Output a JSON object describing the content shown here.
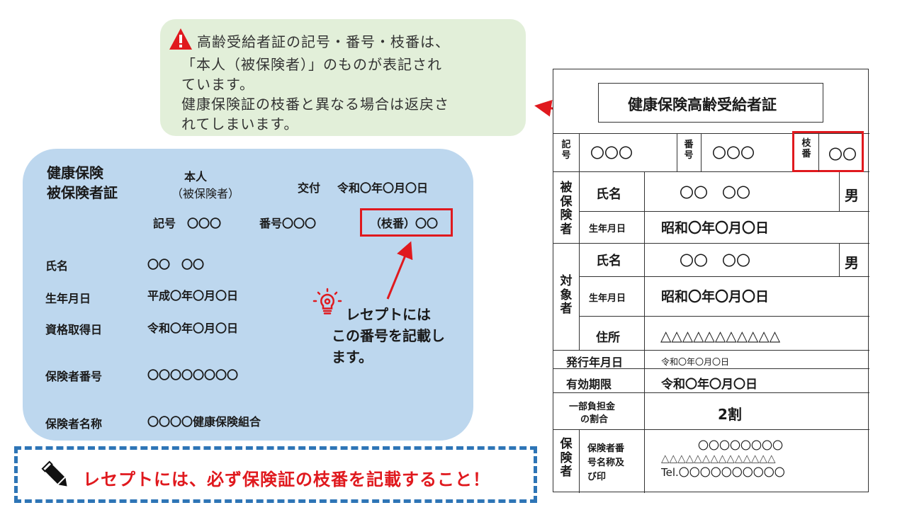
{
  "note": {
    "lines": [
      "高齢受給者証の記号・番号・枝番は、",
      "「本人（被保険者）」のものが表記され",
      "ています。",
      "健康保険証の枝番と異なる場合は返戻さ",
      "れてしまいます。"
    ],
    "icon": "warning-triangle-icon",
    "accent": "#e0191e"
  },
  "insurance_card": {
    "title_line1": "健康保険",
    "title_line2": "被保険者証",
    "person_type_line1": "本人",
    "person_type_line2": "（被保険者）",
    "issue_label": "交付",
    "issue_date": "令和〇年〇月〇日",
    "kigou": "記号　〇〇〇",
    "bangou": "番号〇〇〇",
    "edaban": "（枝番）〇〇",
    "fields": [
      {
        "label": "氏名",
        "value": "〇〇　〇〇"
      },
      {
        "label": "生年月日",
        "value": "平成〇年〇月〇日"
      },
      {
        "label": "資格取得日",
        "value": "令和〇年〇月〇日"
      },
      {
        "label": "保険者番号",
        "value": "〇〇〇〇〇〇〇〇"
      },
      {
        "label": "保険者名称",
        "value": "〇〇〇〇健康保険組合"
      }
    ],
    "background": "#bdd7ee"
  },
  "callout": {
    "line1": "レセプトには",
    "line2": "この番号を記載し",
    "line3": "ます。",
    "icon": "lightbulb-icon"
  },
  "elderly_card": {
    "title": "健康保険高齢受給者証",
    "kigou_label": "記号",
    "kigou_value": "〇〇〇",
    "bangou_label": "番号",
    "bangou_value": "〇〇〇",
    "edaban_label": "枝番",
    "edaban_value": "〇〇",
    "insured_label": "被保険者",
    "insured_name_label": "氏名",
    "insured_name": "〇〇　〇〇",
    "insured_sex": "男",
    "insured_birth_label": "生年月日",
    "insured_birth": "昭和〇年〇月〇日",
    "target_label": "対象者",
    "target_name_label": "氏名",
    "target_name": "〇〇　〇〇",
    "target_sex": "男",
    "target_birth_label": "生年月日",
    "target_birth": "昭和〇年〇月〇日",
    "address_label": "住所",
    "address_value": "△△△△△△△△△△△",
    "issued_label": "発行年月日",
    "issued_value": "令和〇年〇月〇日",
    "valid_label": "有効期限",
    "valid_value": "令和〇年〇月〇日",
    "copay_label_line1": "一部負担金",
    "copay_label_line2": "の割合",
    "copay_value": "2割",
    "insurer_label": "保険者",
    "insurer_sub_line1": "保険者番",
    "insurer_sub_line2": "号名称及",
    "insurer_sub_line3": "び印",
    "insurer_number": "〇〇〇〇〇〇〇〇",
    "insurer_name": "△△△△△△△△△△△△△△",
    "insurer_tel": "Tel.〇〇〇〇〇〇〇〇〇〇"
  },
  "reminder": {
    "text": "レセプトには、必ず保険証の枝番を記載すること！",
    "icon": "pencil-icon",
    "border_color": "#2e75b6",
    "text_color": "#e0191e"
  }
}
